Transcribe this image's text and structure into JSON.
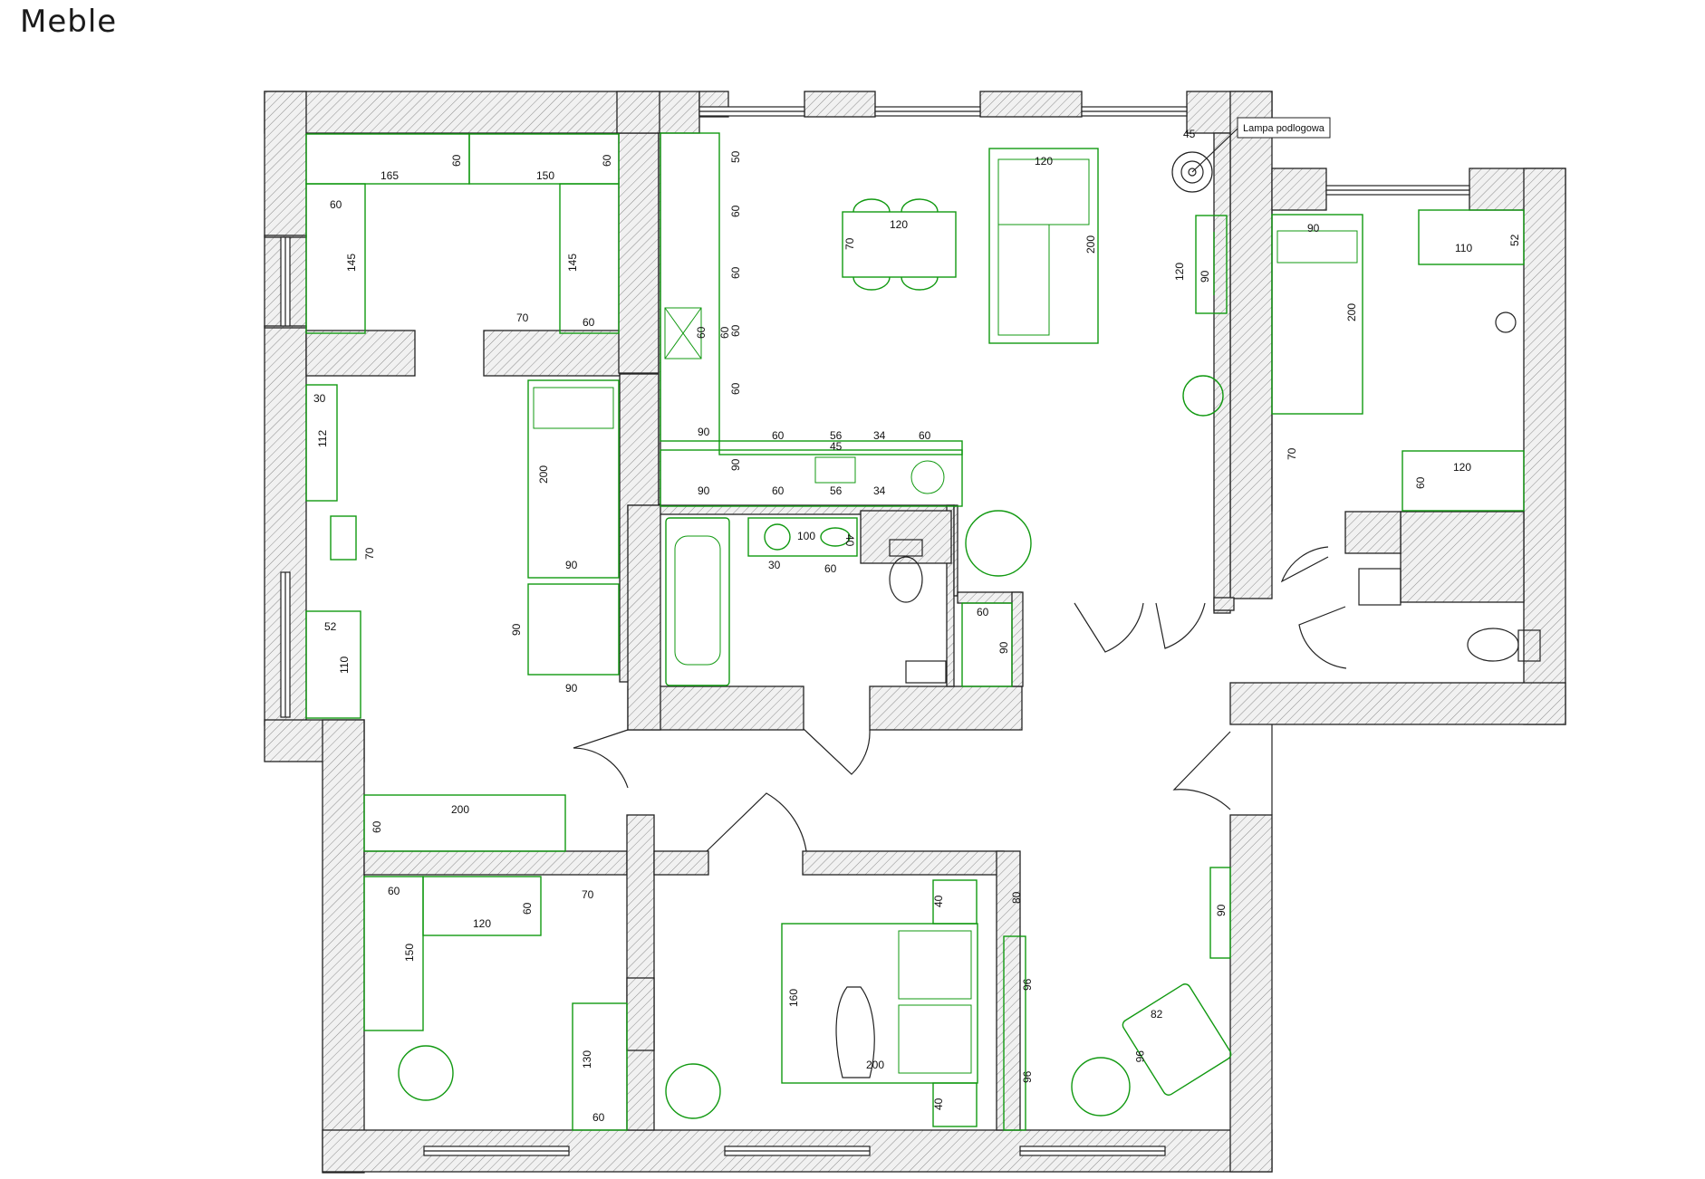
{
  "page": {
    "title": "Meble"
  },
  "callout": {
    "label": "Lampa podlogowa"
  },
  "dimensions": {
    "wardrobe_a_len": "165",
    "wardrobe_a_dep": "60",
    "wardrobe_b_len": "150",
    "wardrobe_b_dep": "60",
    "wardrobe_left_dep": "60",
    "wardrobe_left_len": "145",
    "wardrobe_right_len": "145",
    "nw_gap": "70",
    "nw_right_dep": "60",
    "kitchen_50": "50",
    "kitchen_60a": "60",
    "kitchen_60b": "60",
    "kitchen_60c": "60",
    "kitchen_60d": "60",
    "kitchen_60e": "60",
    "kitchen_60f": "60",
    "kitchen_90_top": "90",
    "kitchen_90_side": "90",
    "k_top_60": "60",
    "k_top_56": "56",
    "k_top_34": "34",
    "k_top_60b": "60",
    "k_top_45": "45",
    "k_bot_90": "90",
    "k_bot_60": "60",
    "k_bot_56": "56",
    "k_bot_34": "34",
    "table_w": "120",
    "table_d": "70",
    "sofa_w": "120",
    "sofa_len": "200",
    "lamp_45": "45",
    "tv_120": "120",
    "tv_90": "90",
    "bed_ne_w": "90",
    "bed_ne_len": "200",
    "desk_ne_w": "110",
    "desk_ne_d": "52",
    "ne_wardrobe_w": "120",
    "ne_wardrobe_d": "60",
    "ne_70": "70",
    "w_shelf_30": "30",
    "w_shelf_112": "112",
    "w_table_70": "70",
    "w_desk_52": "52",
    "w_desk_110": "110",
    "w_bed_200": "200",
    "w_bed_90": "90",
    "w_bed2_90_side": "90",
    "w_bed2_90": "90",
    "bath_100": "100",
    "bath_40": "40",
    "bath_30": "30",
    "bath_60": "60",
    "closet_60": "60",
    "closet_90": "90",
    "sw_wardrobe_200": "200",
    "sw_wardrobe_60": "60",
    "sw_60a": "60",
    "sw_120": "120",
    "sw_60b": "60",
    "sw_70": "70",
    "sw_150": "150",
    "sw_130": "130",
    "sw_60c": "60",
    "bed_s_160": "160",
    "bed_s_200": "200",
    "ns_40a": "40",
    "ns_40b": "40",
    "s_80": "80",
    "s_96a": "96",
    "s_96b": "96",
    "se_90": "90",
    "chair_82": "82",
    "chair_96": "96"
  }
}
